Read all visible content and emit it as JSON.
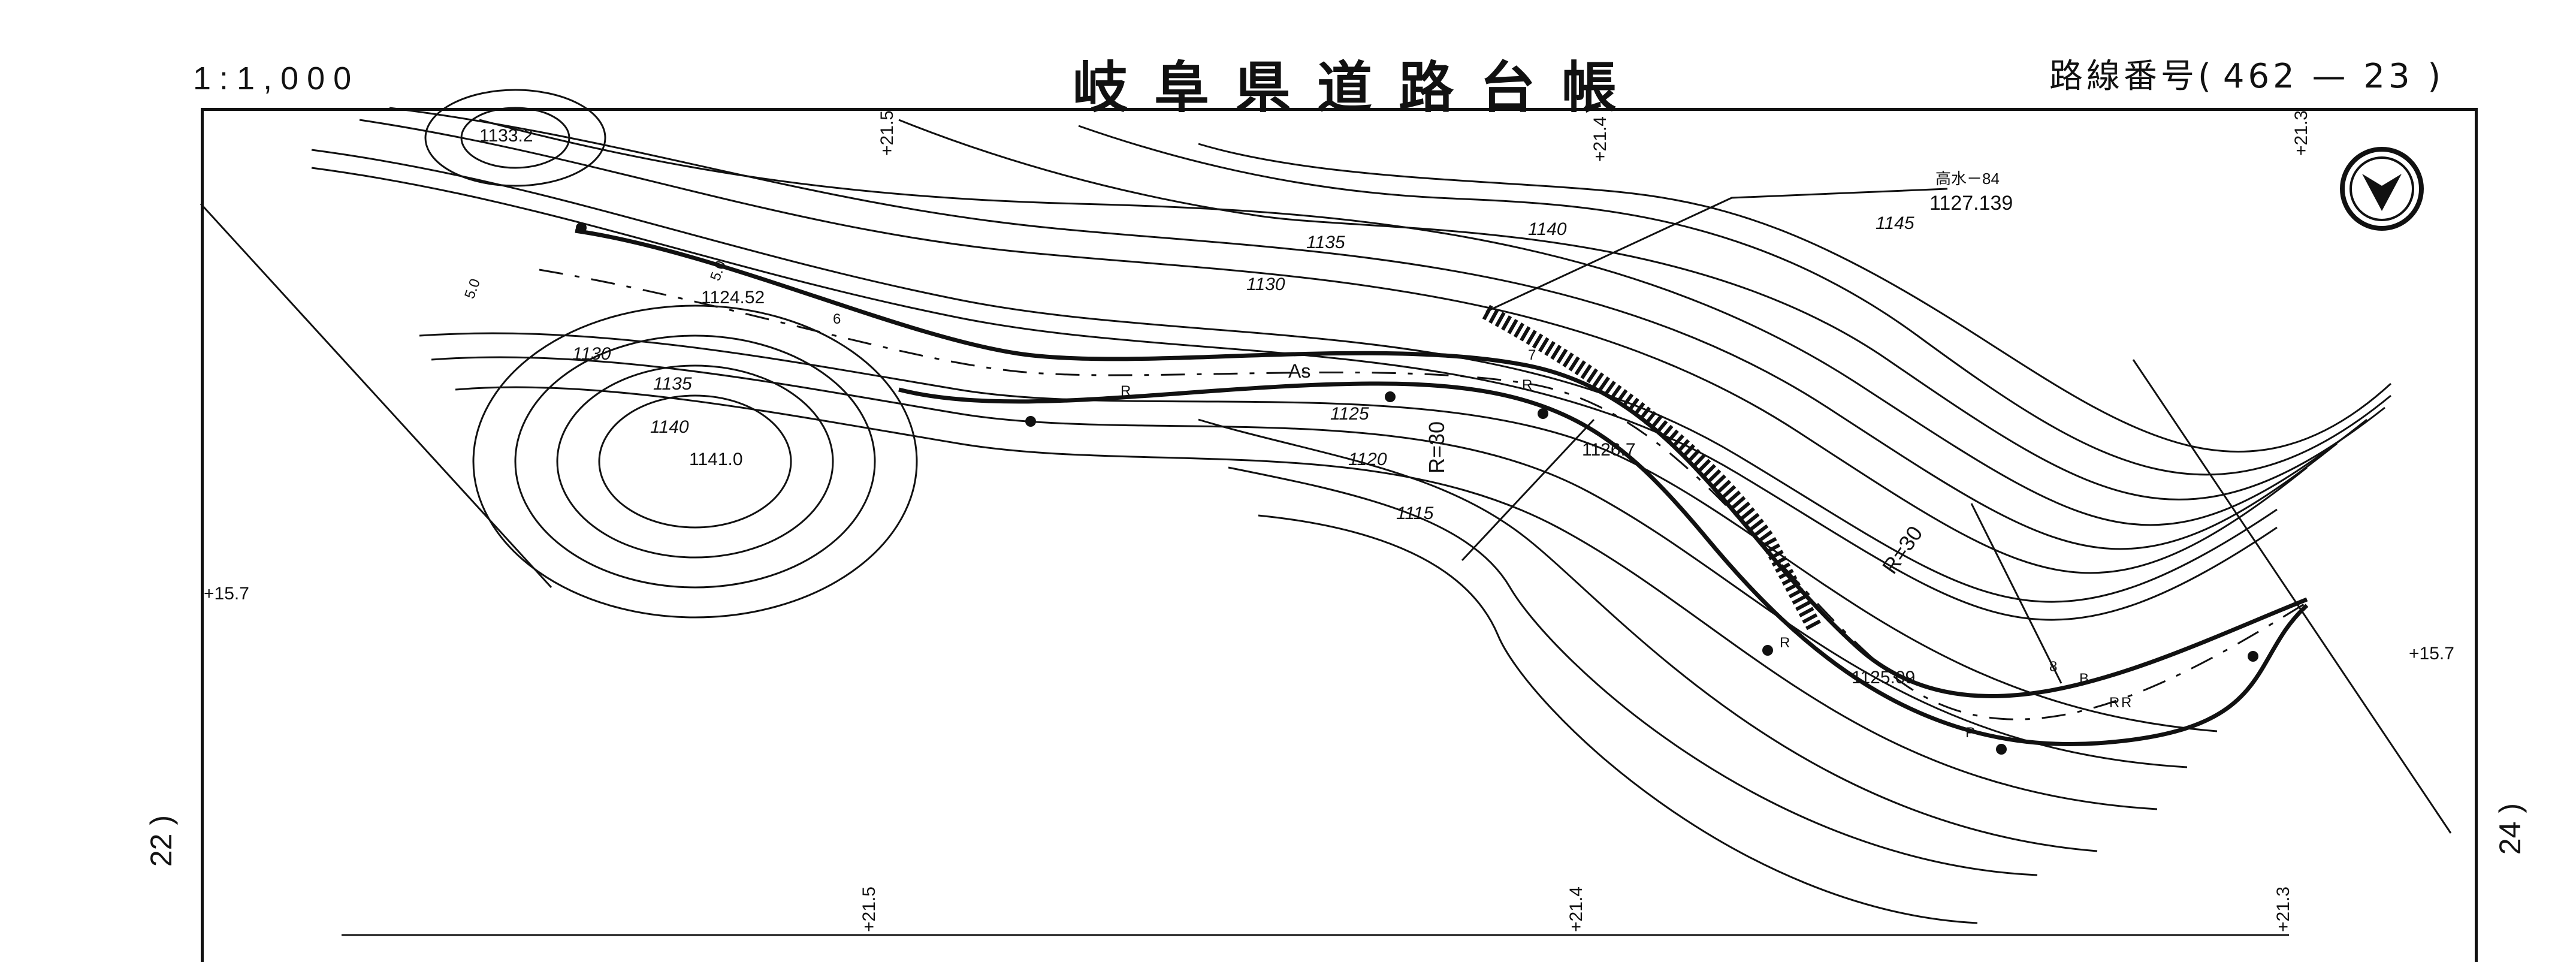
{
  "header": {
    "scale": "1:1,000",
    "title": "岐阜県道路台帳",
    "route_prefix": "路線番号(",
    "route_number": "462 — 23 )"
  },
  "sheet_links": {
    "left": "22 )",
    "right": "24 )"
  },
  "map": {
    "elevation_marks": [
      "+21.5",
      "+21.4",
      "+21.3",
      "+15.7",
      "+15.7",
      "+21.5",
      "+21.4",
      "+21.3"
    ],
    "spot_heights": [
      "1133.2",
      "1124.52",
      "1141.0",
      "1126.7",
      "1125.09"
    ],
    "contour_labels": [
      "1130",
      "1135",
      "1140",
      "1145",
      "1130",
      "1135",
      "1140",
      "1125",
      "1120",
      "1115"
    ],
    "benchmark": {
      "name": "高水－84",
      "value": "1127.139"
    },
    "curve_radii": [
      "R=30",
      "R=30"
    ],
    "surface": "As",
    "road_marks": [
      "R",
      "R",
      "R",
      "R",
      "R",
      "B",
      "P",
      "5.0",
      "5.0",
      "6",
      "7",
      "8"
    ],
    "north_arrow": "north-arrow-icon"
  },
  "colors": {
    "ink": "#111111",
    "paper": "#ffffff"
  }
}
